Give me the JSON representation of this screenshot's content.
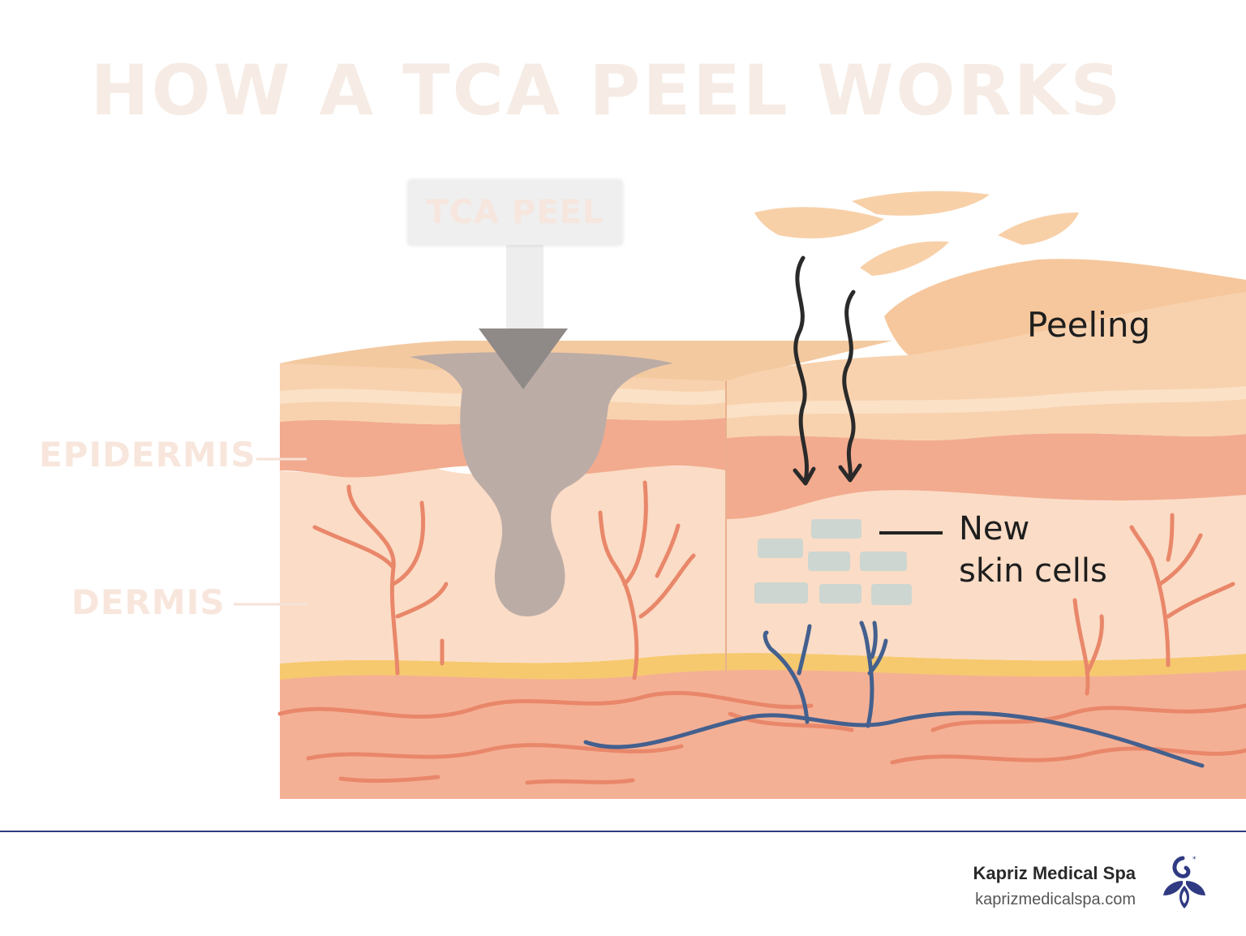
{
  "title": "HOW A TCA PEEL WORKS",
  "labels": {
    "tca_peel": "TCA PEEL",
    "epidermis": "EPIDERMIS",
    "dermis": "DERMIS",
    "peeling": "Peeling",
    "new_skin_line1": "New",
    "new_skin_line2": "skin cells"
  },
  "footer": {
    "brand": "Kapriz Medical Spa",
    "url": "kaprizmedicalspa.com"
  },
  "colors": {
    "brand": "#2f3a82",
    "skin_top": "#f8d2ae",
    "epidermis_band": "#f2ab8e",
    "dermis": "#fbdcc6",
    "fat_layer": "#f6c96f",
    "deep_layer": "#f4b095",
    "vessel_red": "#e9876a",
    "vessel_blue": "#43608e",
    "tca_gray": "#bcaca6"
  },
  "icons": [
    "logo-flower-icon",
    "arrow-down-icon",
    "wavy-arrow-icon"
  ]
}
